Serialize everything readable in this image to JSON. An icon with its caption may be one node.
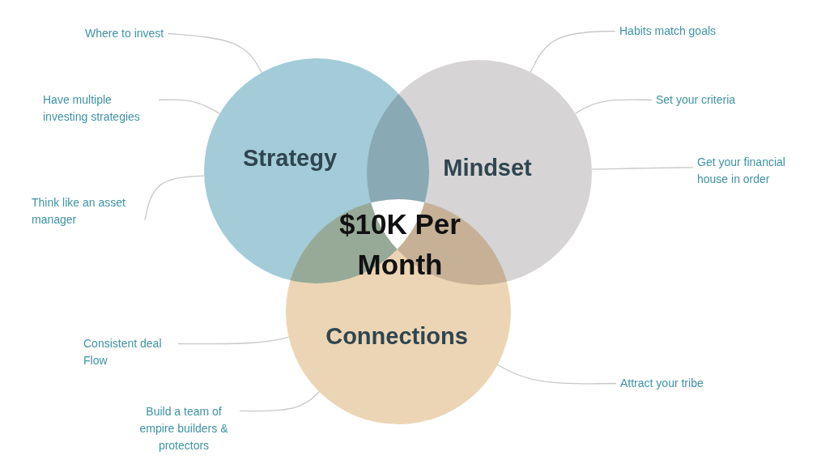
{
  "diagram": {
    "nodes": [
      {
        "text": [
          "Strategy"
        ]
      },
      {
        "text": [
          "Mindset"
        ]
      },
      {
        "text": [
          "Connections"
        ]
      },
      {
        "text": [
          "Where to invest"
        ]
      },
      {
        "text": [
          "Have multiple investing strategies"
        ]
      },
      {
        "text": [
          "Think like an asset manager"
        ]
      },
      {
        "text": [
          "Habits match goals"
        ]
      },
      {
        "text": [
          "Set your criteria"
        ]
      },
      {
        "text": [
          "Get your financial house in order"
        ]
      },
      {
        "text": [
          "Consistent deal Flow"
        ]
      },
      {
        "text": [
          "Build a team of empire builders & protectors"
        ]
      },
      {
        "text": [
          "Attract your tribe"
        ]
      }
    ],
    "edges": [
      {
        "from": 3,
        "to": 0,
        "arrow": "none"
      },
      {
        "from": 4,
        "to": 0,
        "arrow": "none"
      },
      {
        "from": 5,
        "to": 0,
        "arrow": "none"
      },
      {
        "from": 6,
        "to": 1,
        "arrow": "none"
      },
      {
        "from": 7,
        "to": 1,
        "arrow": "none"
      },
      {
        "from": 8,
        "to": 1,
        "arrow": "none"
      },
      {
        "from": 9,
        "to": 2,
        "arrow": "none"
      },
      {
        "from": 10,
        "to": 2,
        "arrow": "none"
      },
      {
        "from": 11,
        "to": 2,
        "arrow": "none"
      }
    ],
    "labels": [
      "$10K Per Month"
    ]
  }
}
